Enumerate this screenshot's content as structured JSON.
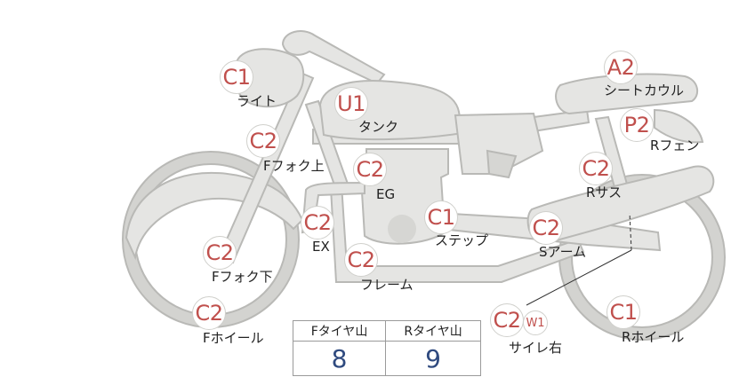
{
  "parts": [
    {
      "code": "C1",
      "label": "ライト"
    },
    {
      "code": "U1",
      "label": "タンク"
    },
    {
      "code": "A2",
      "label": "シートカウル"
    },
    {
      "code": "P2",
      "label": "Rフェン"
    },
    {
      "code": "C2",
      "label": "Fフォク上"
    },
    {
      "code": "C2",
      "label": "EG"
    },
    {
      "code": "C2",
      "label": "Rサス"
    },
    {
      "code": "C2",
      "label": "EX"
    },
    {
      "code": "C1",
      "label": "ステップ"
    },
    {
      "code": "C2",
      "label": "Sアーム"
    },
    {
      "code": "C2",
      "label": "Fフォク下"
    },
    {
      "code": "C2",
      "label": "フレーム"
    },
    {
      "code": "C2",
      "label": "Fホイール"
    },
    {
      "code": "C2",
      "sub_code": "W1",
      "label": "サイレ右"
    },
    {
      "code": "C1",
      "label": "Rホイール"
    }
  ],
  "tread": {
    "headers": [
      "Fタイヤ山",
      "Rタイヤ山"
    ],
    "values": [
      "8",
      "9"
    ]
  },
  "colors": {
    "code_red": "#c0504d",
    "value_blue": "#2f4a7f",
    "part_fill": "#e5e5e3"
  }
}
